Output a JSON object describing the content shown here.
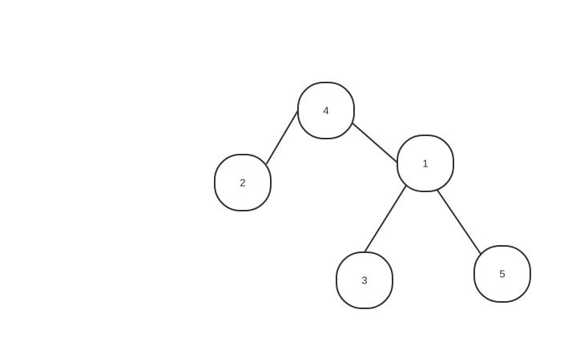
{
  "diagram": {
    "nodes": [
      {
        "id": "n4",
        "label": "4"
      },
      {
        "id": "n2",
        "label": "2"
      },
      {
        "id": "n1",
        "label": "1"
      },
      {
        "id": "n3",
        "label": "3"
      },
      {
        "id": "n5",
        "label": "5"
      }
    ],
    "edges": [
      {
        "from": "n4",
        "to": "n2"
      },
      {
        "from": "n4",
        "to": "n1"
      },
      {
        "from": "n1",
        "to": "n3"
      },
      {
        "from": "n1",
        "to": "n5"
      }
    ],
    "colors": {
      "stroke": "#333333",
      "fill": "#ffffff",
      "background": "#ffffff"
    }
  }
}
